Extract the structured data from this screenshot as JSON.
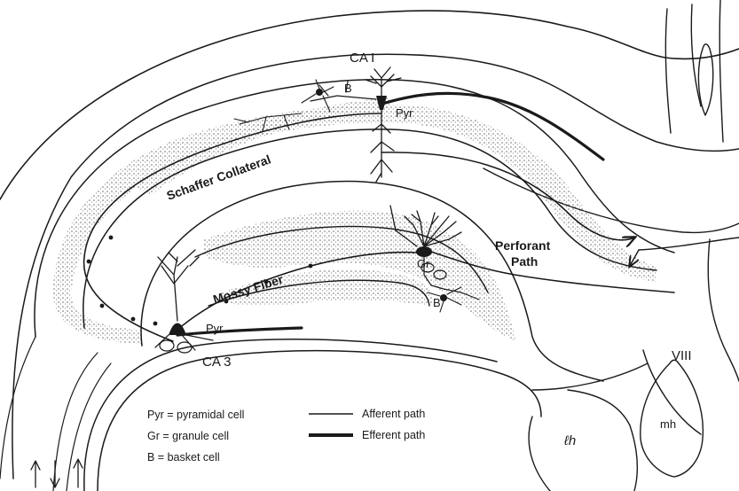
{
  "labels": {
    "ca1": "CA I",
    "ca3": "CA 3",
    "schaffer": "Schaffer Collateral",
    "mossy": "Mossy Fiber",
    "perforant_line1": "Perforant",
    "perforant_line2": "Path",
    "pyr_ca1": "Pyr",
    "pyr_ca3": "Pyr",
    "gr": "Gr",
    "b_ca1": "B",
    "b_dg": "B",
    "viii": "VIII",
    "mh": "mh",
    "lh": "ℓh"
  },
  "legend": {
    "pyr": "Pyr = pyramidal cell",
    "gr": "Gr = granule cell",
    "b": "B = basket cell",
    "afferent": "Afferent path",
    "efferent": "Efferent path"
  },
  "colors": {
    "ink": "#1a1a1a",
    "stipple": "#7a7a7a",
    "background": "#ffffff"
  }
}
